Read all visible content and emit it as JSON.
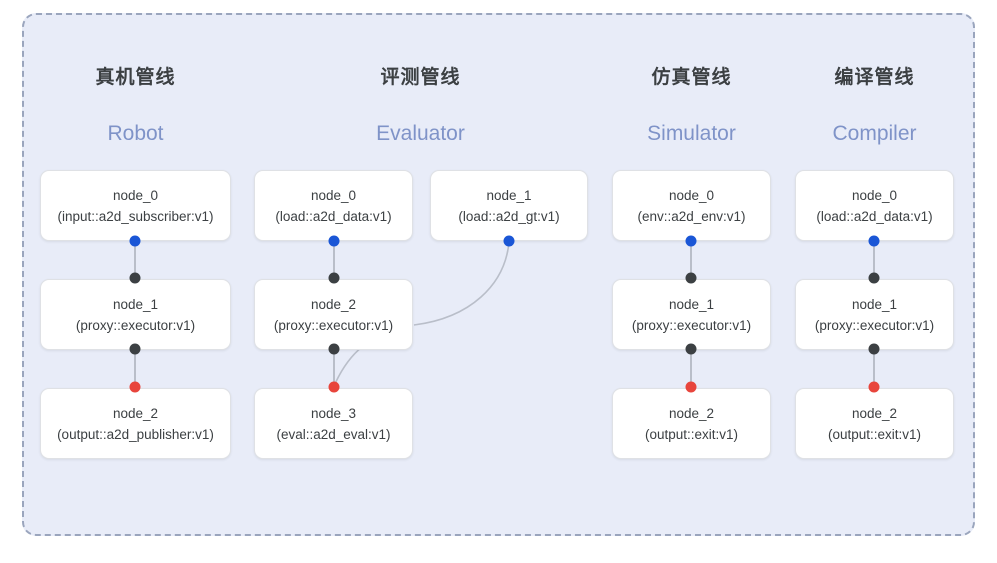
{
  "diagram": {
    "panel_background": "#e8ecf8",
    "panel_border_color": "#9aa5bd",
    "port_colors": {
      "input": "#1a56d6",
      "middle": "#3c4043",
      "output": "#e8453c"
    },
    "columns": [
      {
        "id": "robot",
        "title": "真机管线",
        "subtitle": "Robot",
        "nodes": [
          {
            "name": "node_0",
            "type": "(input::a2d_subscriber:v1)"
          },
          {
            "name": "node_1",
            "type": "(proxy::executor:v1)"
          },
          {
            "name": "node_2",
            "type": "(output::a2d_publisher:v1)"
          }
        ]
      },
      {
        "id": "evaluator",
        "title": "评测管线",
        "subtitle": "Evaluator",
        "nodes": [
          {
            "name": "node_0",
            "type": "(load::a2d_data:v1)"
          },
          {
            "name": "node_1",
            "type": "(load::a2d_gt:v1)"
          },
          {
            "name": "node_2",
            "type": "(proxy::executor:v1)"
          },
          {
            "name": "node_3",
            "type": "(eval::a2d_eval:v1)"
          }
        ]
      },
      {
        "id": "simulator",
        "title": "仿真管线",
        "subtitle": "Simulator",
        "nodes": [
          {
            "name": "node_0",
            "type": "(env::a2d_env:v1)"
          },
          {
            "name": "node_1",
            "type": "(proxy::executor:v1)"
          },
          {
            "name": "node_2",
            "type": "(output::exit:v1)"
          }
        ]
      },
      {
        "id": "compiler",
        "title": "编译管线",
        "subtitle": "Compiler",
        "nodes": [
          {
            "name": "node_0",
            "type": "(load::a2d_data:v1)"
          },
          {
            "name": "node_1",
            "type": "(proxy::executor:v1)"
          },
          {
            "name": "node_2",
            "type": "(output::exit:v1)"
          }
        ]
      }
    ]
  }
}
